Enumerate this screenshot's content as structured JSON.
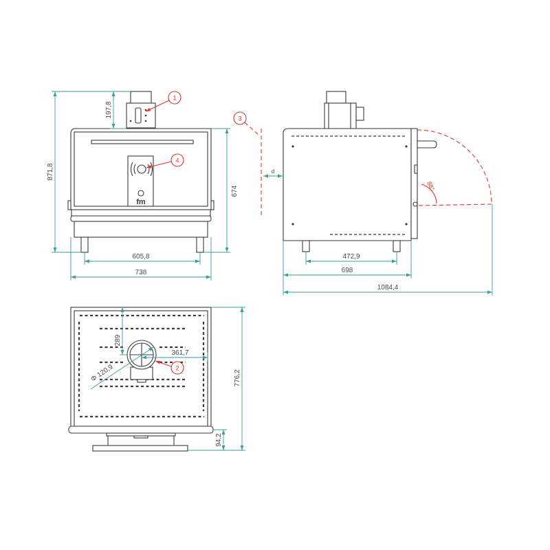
{
  "colors": {
    "line": "#3a3a3a",
    "dimension": "#3a9d9b",
    "callout": "#e0352d",
    "text": "#4a4a4a"
  },
  "front_view": {
    "dim_total_height": "871,8",
    "dim_fan_height": "197,8",
    "dim_body_height": "674",
    "dim_feet_spacing": "605,8",
    "dim_width": "738",
    "logo": "fm"
  },
  "side_view": {
    "dim_wall_clearance": "d",
    "door_angle": "88°",
    "dim_feet_spacing": "472,9",
    "dim_depth": "698",
    "dim_depth_door_open": "1084,4"
  },
  "top_view": {
    "dim_flue_offset_front": "289",
    "dim_flue_offset_side": "361,7",
    "dim_flue_diameter": "Φ 120,9",
    "dim_total_depth": "776,2",
    "dim_base_height": "94,2"
  },
  "callouts": [
    "1",
    "2",
    "3",
    "4"
  ]
}
